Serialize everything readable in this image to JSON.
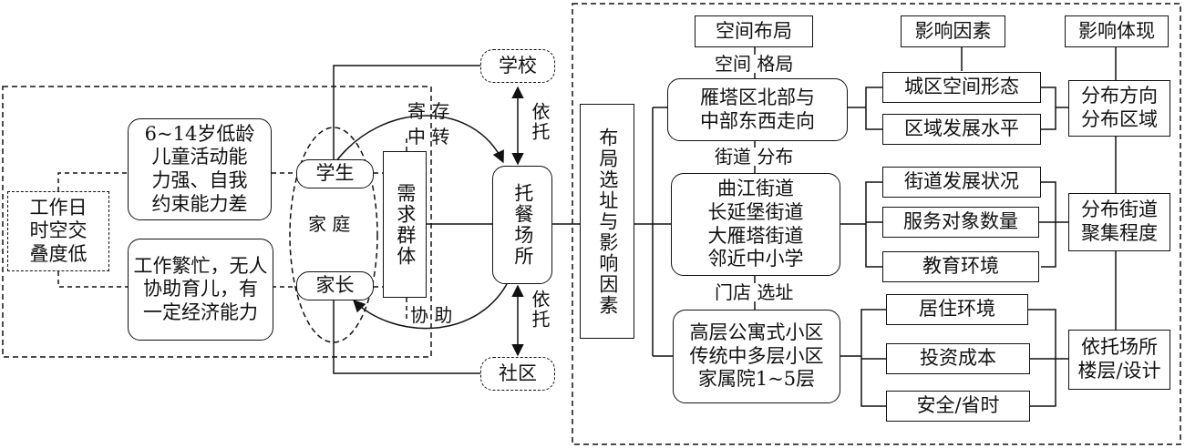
{
  "left": {
    "child_traits": "6~14岁低龄\n儿童活动能\n力强、自我\n约束能力差",
    "parent_traits": "工作繁忙，无人\n协助育儿，有\n一定经济能力",
    "overlap": "工作日\n时空交\n叠度低",
    "student": "学生",
    "parent": "家长",
    "family": "家 庭",
    "demand_group": "需求群体",
    "school": "学校",
    "community": "社区",
    "center": "托餐场所",
    "label_store": "寄 存",
    "label_transfer": "中 转",
    "label_assist": "协 助",
    "label_rely1": "依托",
    "label_rely2": "依托"
  },
  "right": {
    "main_factor": "布局选址与影响因素",
    "headers": {
      "layout": "空间布局",
      "factors": "影响因素",
      "effects": "影响体现"
    },
    "edge_labels": {
      "spatial_pattern": "空间 格局",
      "street_distribution": "街道 分布",
      "store_location": "门店 选址"
    },
    "layout_boxes": [
      "雁塔区北部与\n中部东西走向",
      "曲江街道\n长延堡街道\n大雁塔街道\n邻近中小学",
      "高层公寓式小区\n传统中多层小区\n家属院1~5层"
    ],
    "factors": [
      "城区空间形态",
      "区域发展水平",
      "街道发展状况",
      "服务对象数量",
      "教育环境",
      "居住环境",
      "投资成本",
      "安全/省时"
    ],
    "effects": [
      "分布方向\n分布区域",
      "分布街道\n聚集程度",
      "依托场所\n楼层/设计"
    ]
  }
}
